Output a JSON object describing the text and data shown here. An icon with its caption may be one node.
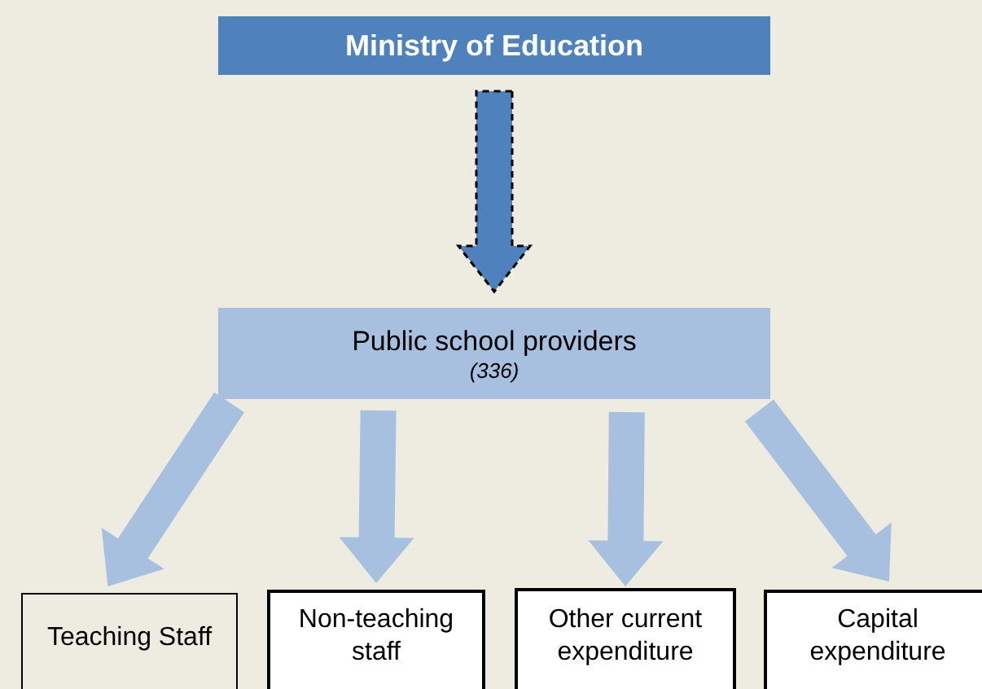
{
  "diagram": {
    "nodes": [
      {
        "text": [
          "Ministry of Education"
        ]
      },
      {
        "text": [
          "Public school providers",
          "(336)"
        ]
      },
      {
        "text": [
          "Teaching Staff"
        ]
      },
      {
        "text": [
          "Non-teaching staff"
        ]
      },
      {
        "text": [
          "Other current expenditure"
        ]
      },
      {
        "text": [
          "Capital expenditure"
        ]
      }
    ],
    "edges": [
      {
        "from": 0,
        "to": 1,
        "arrow": "to",
        "style": "dashed",
        "color": "#4f81bd"
      },
      {
        "from": 1,
        "to": 2,
        "arrow": "to"
      },
      {
        "from": 1,
        "to": 3,
        "arrow": "to"
      },
      {
        "from": 1,
        "to": 4,
        "arrow": "to"
      },
      {
        "from": 1,
        "to": 5,
        "arrow": "to"
      }
    ]
  }
}
